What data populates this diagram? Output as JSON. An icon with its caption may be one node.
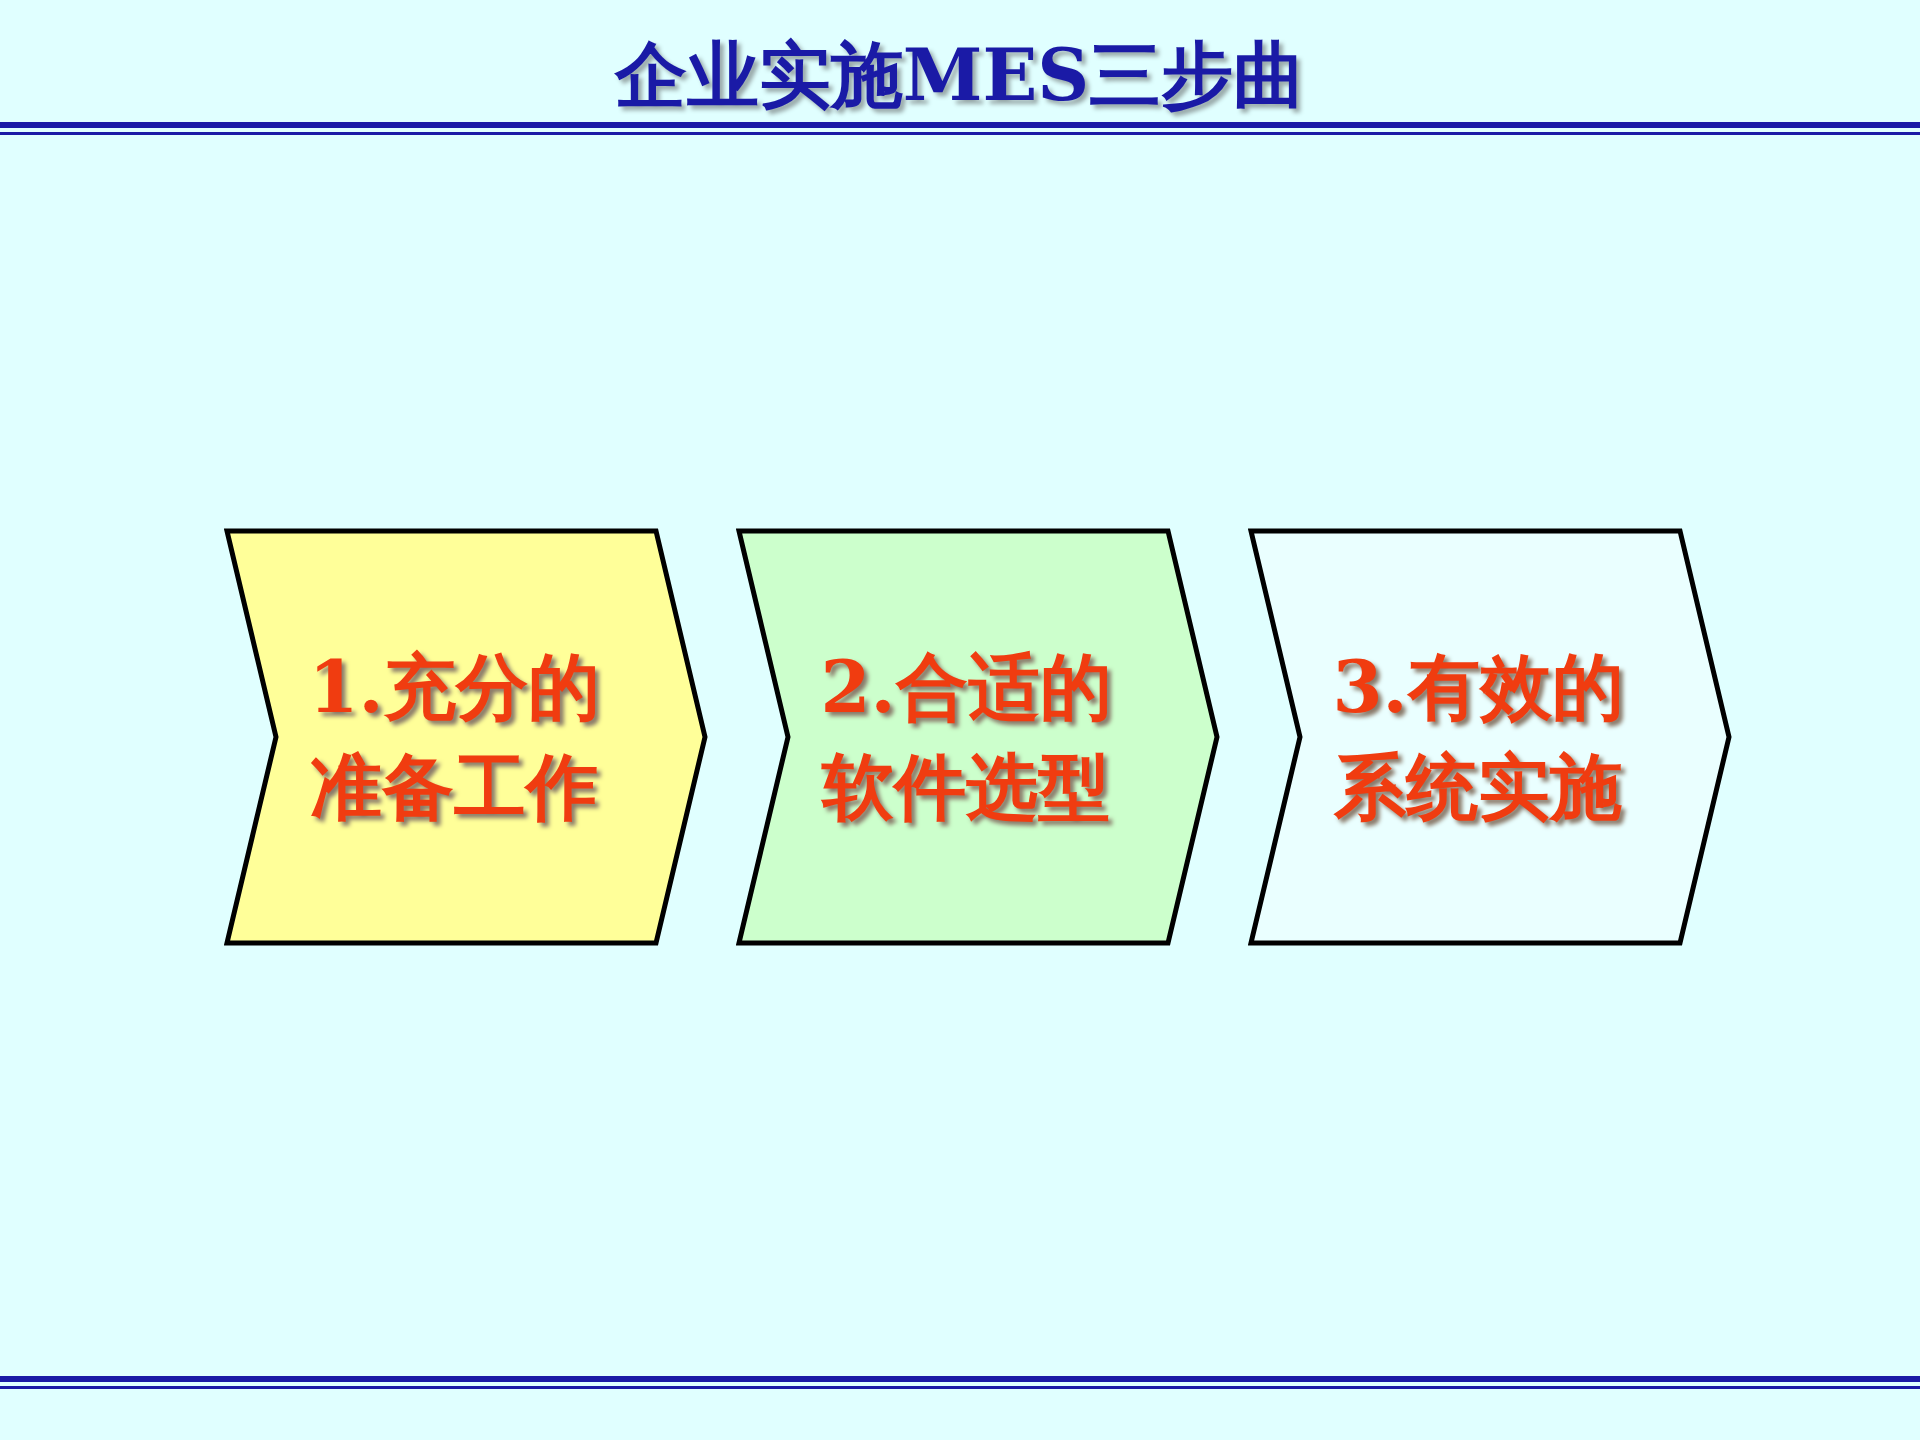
{
  "diagram": {
    "title": "企业实施MES三步曲",
    "nodes": [
      {
        "text": [
          "1.充分的准备工作"
        ]
      },
      {
        "text": [
          "2.合适的软件选型"
        ]
      },
      {
        "text": [
          "3.有效的系统实施"
        ]
      }
    ],
    "edges": []
  }
}
